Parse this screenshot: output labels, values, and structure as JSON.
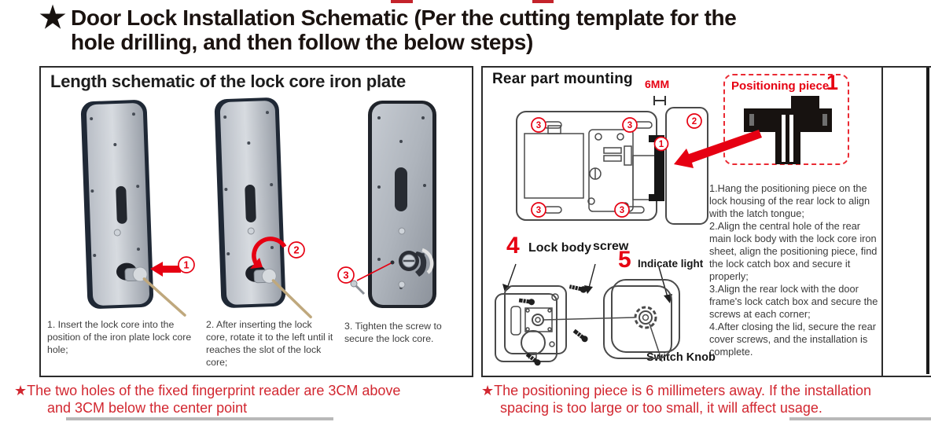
{
  "header": {
    "star": "★",
    "title_line1": "Door Lock Installation Schematic (Per the cutting template for the",
    "title_line2": "hole drilling, and then follow the below steps)"
  },
  "left_panel": {
    "title": "Length schematic of the lock core iron plate",
    "plate_markers": {
      "p1": "1",
      "p2": "2",
      "p3": "3"
    },
    "steps": [
      "1. Insert the lock core into the position of the iron plate lock core hole;",
      "2. After inserting the lock core, rotate it to the left until it reaches the slot of the lock core;",
      "3. Tighten the screw to secure the lock core."
    ]
  },
  "right_panel": {
    "title": "Rear part mounting",
    "dimension_label": "6MM",
    "positioning_piece": {
      "label": "Positioning piece",
      "number": "1"
    },
    "markers": {
      "m1": "1",
      "m2": "2",
      "m3": "3"
    },
    "callouts": {
      "lock_body_number": "4",
      "lock_body": "Lock body",
      "screw": "screw",
      "indicate_number": "5",
      "indicate_light": "Indicate light",
      "switch_knob": "Switch Knob"
    },
    "instructions": [
      "1.Hang the positioning piece on the lock housing of the rear lock to align with the latch tongue;",
      "2.Align the central hole of the rear main lock body with the lock core iron sheet, align the positioning piece, find the lock catch box and secure it properly;",
      "3.Align the rear lock with the door frame's lock catch box and secure the screws at each corner;",
      "4.After closing the lid, secure the rear cover screws, and the installation is complete."
    ]
  },
  "footnotes": {
    "left_line1": "★The two holes of  the fixed fingerprint reader are 3CM above",
    "left_line2": "and 3CM below the center point",
    "right_line1": "★The positioning piece is 6 millimeters away. If the installation",
    "right_line2": "spacing is too large or too small, it will affect usage."
  },
  "colors": {
    "accent_red": "#e60012",
    "footnote_red": "#d22730",
    "ink": "#1b1310",
    "diagram_line": "#4a4a4a"
  }
}
